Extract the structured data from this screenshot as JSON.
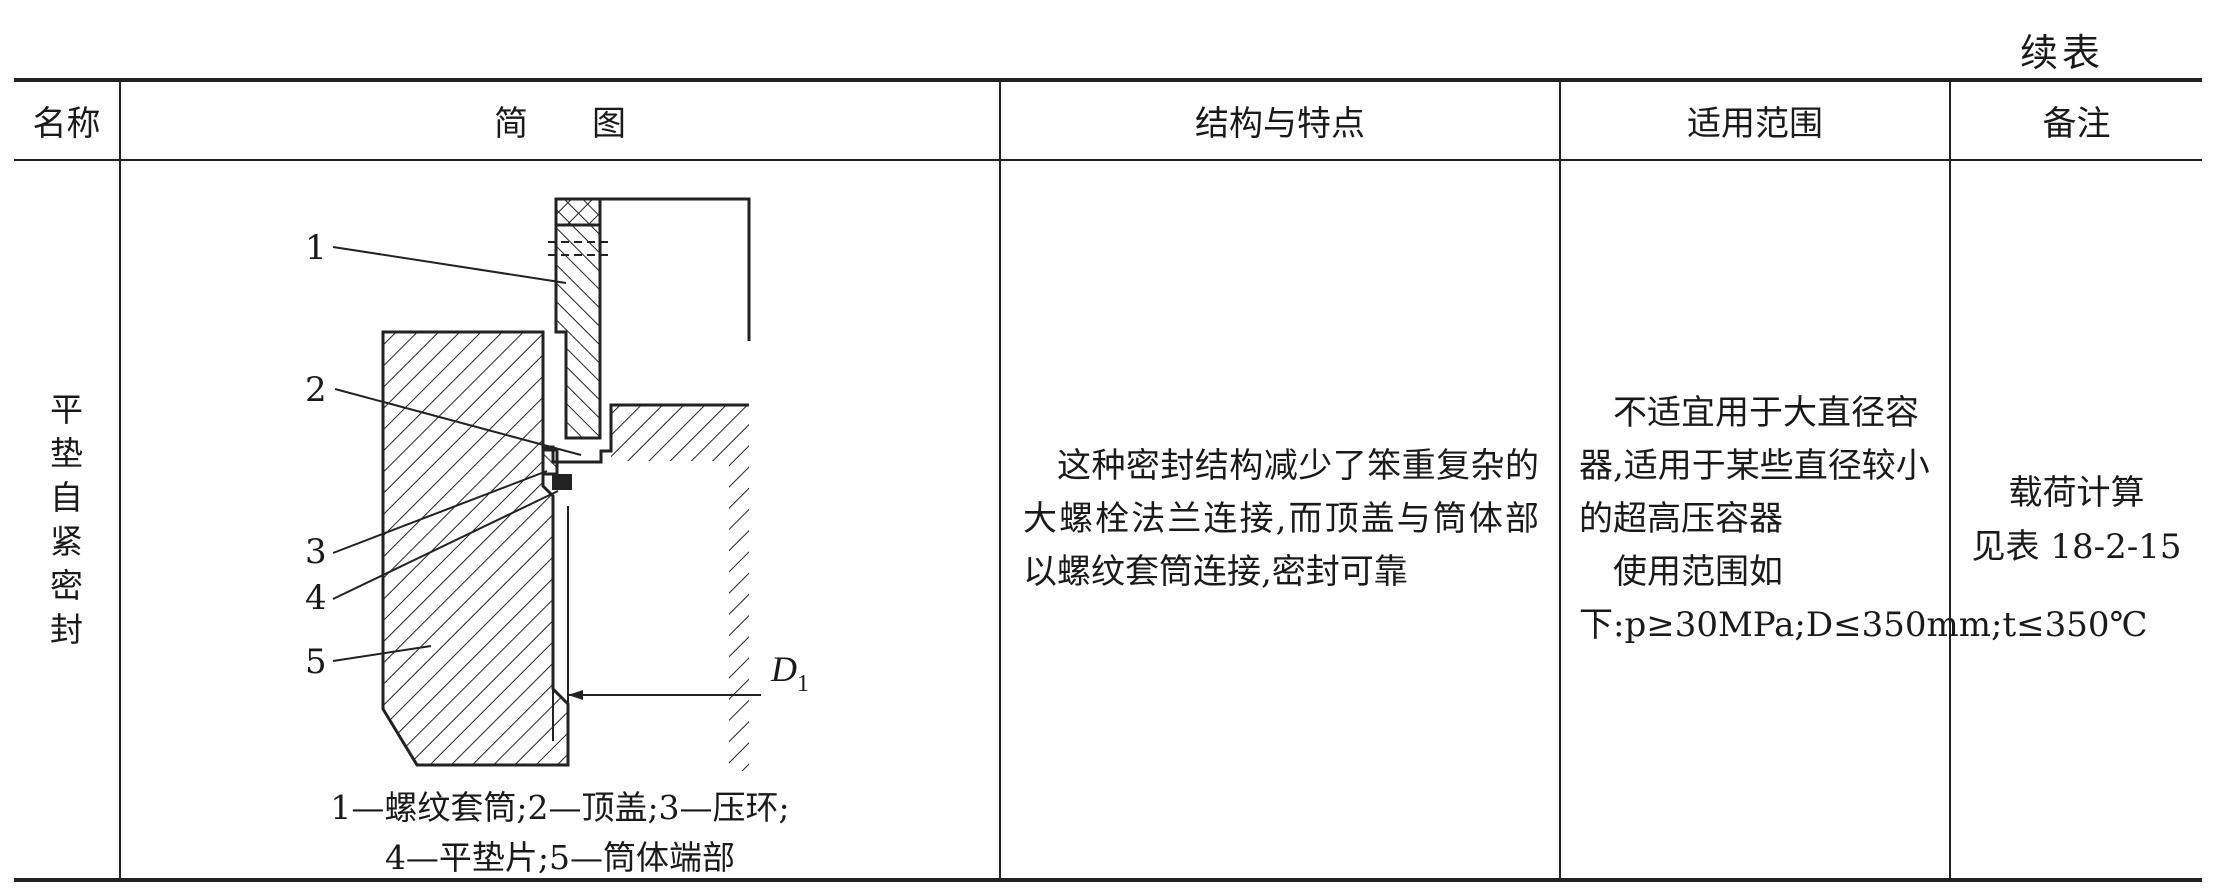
{
  "continued_label": "续表",
  "table": {
    "headers": {
      "name": "名称",
      "figure": "简图",
      "structure": "结构与特点",
      "scope": "适用范围",
      "note": "备注"
    },
    "row": {
      "name_chars": [
        "平",
        "垫",
        "自",
        "紧",
        "密",
        "封"
      ],
      "figure": {
        "part_labels": [
          "1",
          "2",
          "3",
          "4",
          "5"
        ],
        "dimension_label": "D",
        "dimension_subscript": "1",
        "caption_line1": "1—螺纹套筒;2—顶盖;3—压环;",
        "caption_line2": "4—平垫片;5—筒体端部"
      },
      "structure_text": "这种密封结构减少了笨重复杂的大螺栓法兰连接,而顶盖与筒体部以螺纹套筒连接,密封可靠",
      "scope_para1": "不适宜用于大直径容器,适用于某些直径较小的超高压容器",
      "scope_para2": "使用范围如下:p≥30MPa;D≤350mm;t≤350℃",
      "note_line1": "载荷计算",
      "note_line2": "见表 18-2-15"
    }
  }
}
